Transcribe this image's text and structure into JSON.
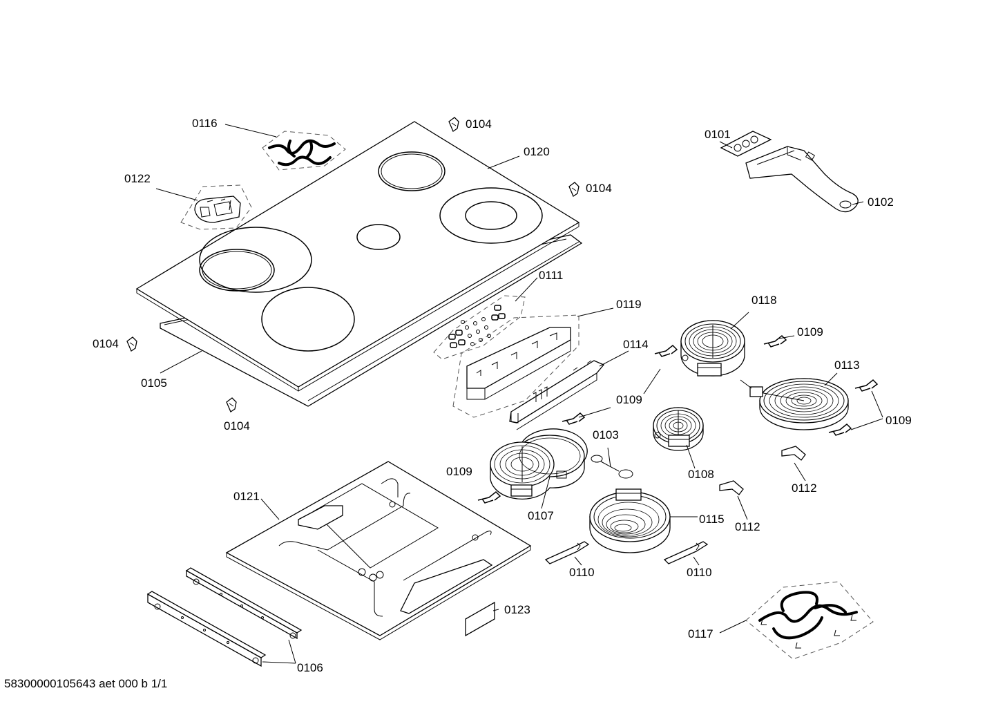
{
  "labels": {
    "p0101": "0101",
    "p0102": "0102",
    "p0103": "0103",
    "p0104": "0104",
    "p0105": "0105",
    "p0106": "0106",
    "p0107": "0107",
    "p0108": "0108",
    "p0109": "0109",
    "p0110": "0110",
    "p0111": "0111",
    "p0112": "0112",
    "p0113": "0113",
    "p0114": "0114",
    "p0115": "0115",
    "p0116": "0116",
    "p0117": "0117",
    "p0118": "0118",
    "p0119": "0119",
    "p0120": "0120",
    "p0121": "0121",
    "p0122": "0122",
    "p0123": "0123"
  },
  "footer": "58300000105643 aet 000 b 1/1"
}
